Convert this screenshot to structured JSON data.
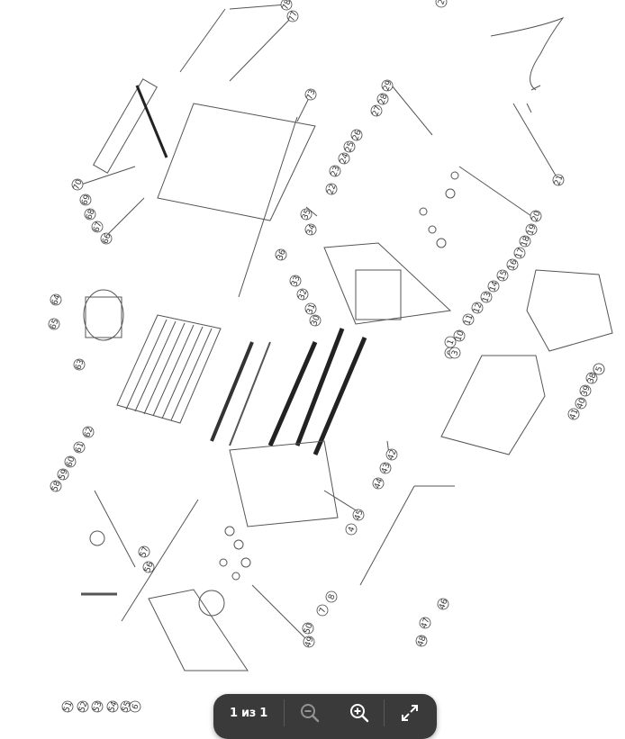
{
  "toolbar": {
    "page_current": "1",
    "page_separator": "из",
    "page_total": "1",
    "zoom_out_icon": "zoom-out-icon",
    "zoom_in_icon": "zoom-in-icon",
    "fullscreen_icon": "fullscreen-icon",
    "background_color": "#3a3a3a"
  },
  "drawing": {
    "callouts": [
      "78",
      "77",
      "73",
      "70",
      "69",
      "68",
      "67",
      "66",
      "65",
      "64",
      "63",
      "62",
      "61",
      "60",
      "59",
      "58",
      "57",
      "56",
      "55",
      "54",
      "53",
      "52",
      "51",
      "50",
      "49",
      "48",
      "47",
      "46",
      "45",
      "44",
      "43",
      "42",
      "41",
      "40",
      "39",
      "38",
      "37",
      "36",
      "35",
      "34",
      "33",
      "32",
      "31",
      "30",
      "29",
      "28",
      "27",
      "26",
      "25",
      "24",
      "23",
      "22",
      "21",
      "20",
      "19",
      "18",
      "17",
      "16",
      "15",
      "14",
      "13",
      "12",
      "11",
      "10",
      "9",
      "8",
      "7",
      "6",
      "5",
      "4",
      "3",
      "2",
      "1"
    ]
  }
}
